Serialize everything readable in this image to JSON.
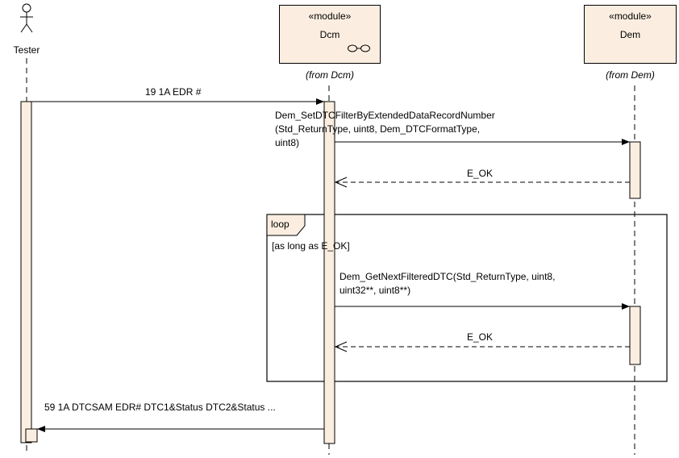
{
  "actor": {
    "name": "Tester"
  },
  "lifelines": {
    "dcm": {
      "stereotype": "«module»",
      "name": "Dcm",
      "from": "(from Dcm)"
    },
    "dem": {
      "stereotype": "«module»",
      "name": "Dem",
      "from": "(from Dem)"
    }
  },
  "messages": {
    "m1": "19 1A EDR #",
    "m2": "Dem_SetDTCFilterByExtendedDataRecordNumber\n(Std_ReturnType, uint8, Dem_DTCFormatType,\nuint8)",
    "m3": "E_OK",
    "m4": "Dem_GetNextFilteredDTC(Std_ReturnType, uint8,\nuint32**, uint8**)",
    "m5": "E_OK",
    "m6": "59 1A DTCSAM EDR# DTC1&Status DTC2&Status ..."
  },
  "fragment": {
    "operator": "loop",
    "guard": "[as long as E_OK]"
  },
  "colors": {
    "fill": "#fbeee0",
    "line": "#000000"
  }
}
